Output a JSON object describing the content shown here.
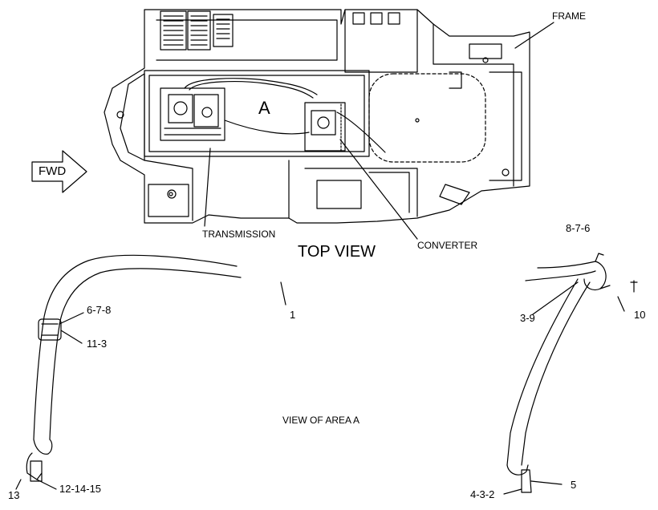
{
  "labels": {
    "frame": "FRAME",
    "fwd": "FWD",
    "area": "A",
    "transmission": "TRANSMISSION",
    "top_view": "TOP VIEW",
    "converter": "CONVERTER",
    "view_of_area": "VIEW OF AREA A"
  },
  "callouts": {
    "c1": "1",
    "c678": "6-7-8",
    "c113": "11-3",
    "c13": "13",
    "c121415": "12-14-15",
    "c876": "8-7-6",
    "c39": "3-9",
    "c10": "10",
    "c5": "5",
    "c432": "4-3-2"
  }
}
